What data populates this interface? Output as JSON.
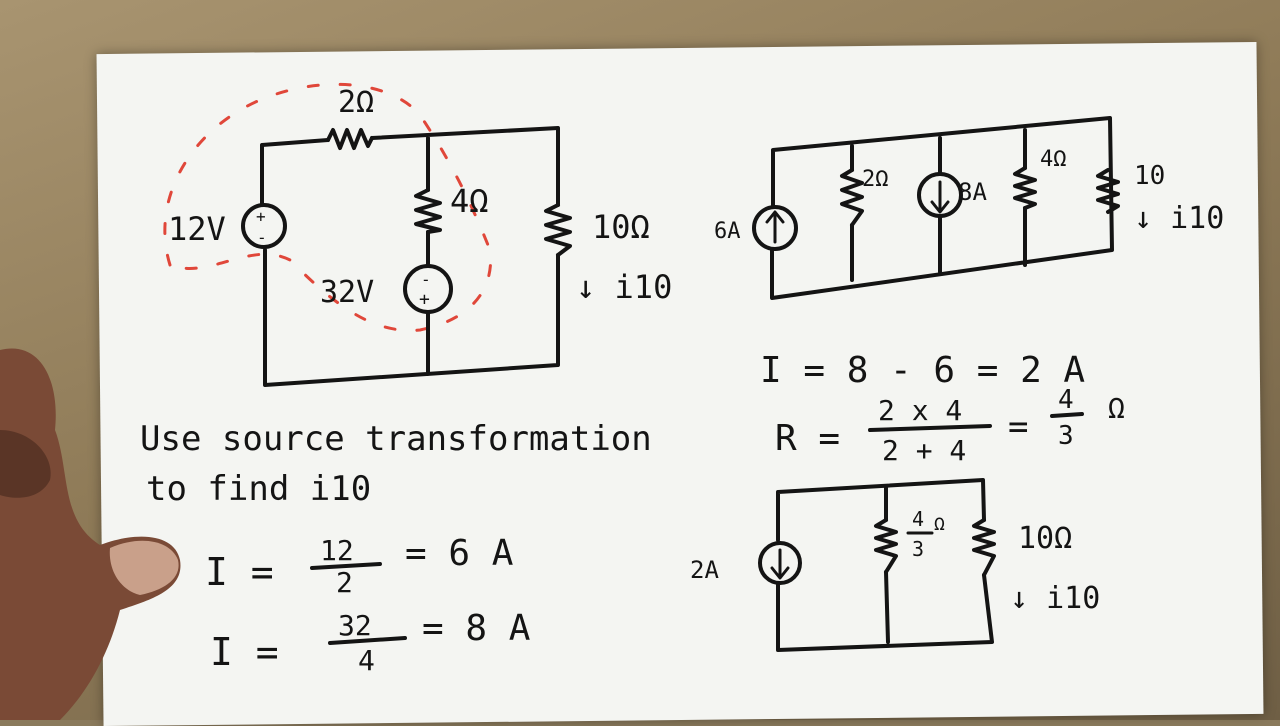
{
  "circuit1": {
    "r_top": "2Ω",
    "v_left": "12V",
    "r_mid": "4Ω",
    "v_mid": "32V",
    "r_right": "10Ω",
    "current": "↓ i10"
  },
  "circuit2": {
    "src_left": "6A",
    "r_a": "2Ω",
    "src_mid": "8A",
    "r_b": "4Ω",
    "r_right": "10",
    "current": "↓ i10"
  },
  "circuit3": {
    "src": "2A",
    "r_mid_num": "4",
    "r_mid_den": "3",
    "r_mid_unit": "Ω",
    "r_right": "10Ω",
    "current": "↓ i10"
  },
  "problem": {
    "line1": "Use source transformation",
    "line2": "to find   i10"
  },
  "calc_left": {
    "eq1_lhs": "I =",
    "eq1_num": "12",
    "eq1_den": "2",
    "eq1_rhs": "= 6 A",
    "eq2_lhs": "I =",
    "eq2_num": "32",
    "eq2_den": "4",
    "eq2_rhs": "= 8 A"
  },
  "calc_right": {
    "eq1": "I = 8 - 6 = 2 A",
    "eq2_lhs": "R =",
    "eq2_num": "2 x 4",
    "eq2_den": "2 + 4",
    "eq2_mid": "=",
    "eq2_res_num": "4",
    "eq2_res_den": "3",
    "eq2_unit": "Ω"
  }
}
